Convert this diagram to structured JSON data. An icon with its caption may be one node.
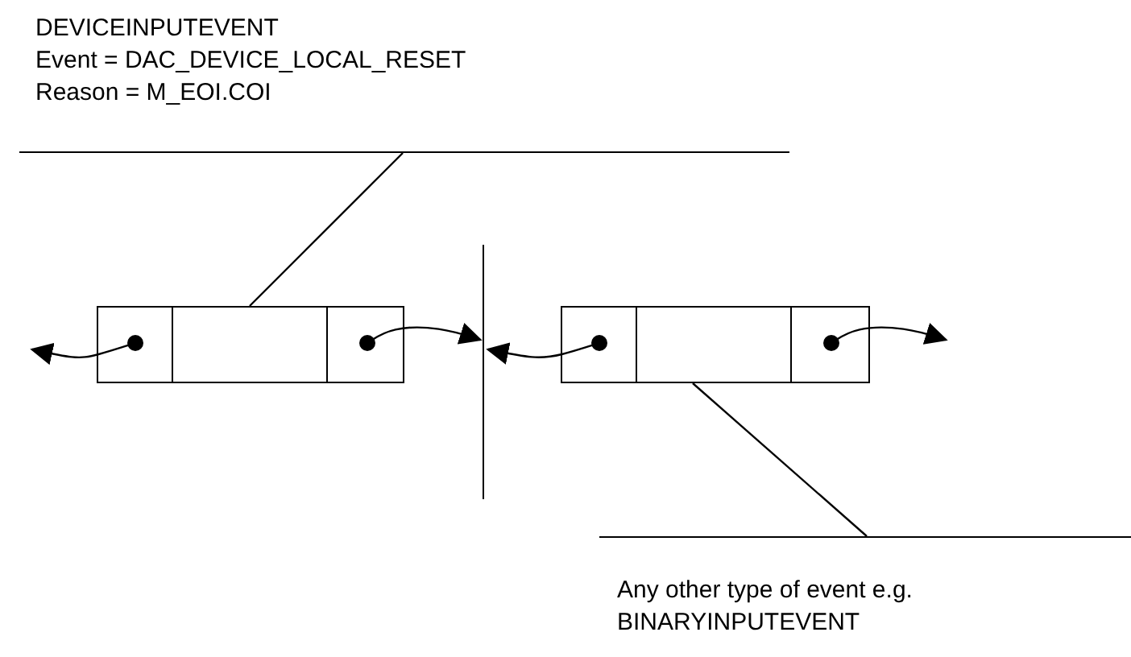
{
  "diagram": {
    "nodes": [
      {
        "text": [
          "DEVICEINPUTEVENT",
          "Event = DAC_DEVICE_LOCAL_RESET",
          "Reason = M_EOI.COI"
        ]
      },
      {
        "text": [],
        "shape": "box"
      },
      {
        "text": [],
        "shape": "box"
      },
      {
        "text": [
          "Any other type of event e.g. BINARYINPUTEVENT"
        ]
      }
    ],
    "edges": [
      {
        "from": 0,
        "to": 1,
        "arrow": "none"
      },
      {
        "from": 1,
        "to": null,
        "arrow": "to"
      },
      {
        "from": 1,
        "to": null,
        "arrow": "to"
      },
      {
        "from": 2,
        "to": null,
        "arrow": "to"
      },
      {
        "from": 2,
        "to": null,
        "arrow": "to"
      },
      {
        "from": 3,
        "to": 2,
        "arrow": "none"
      }
    ]
  }
}
